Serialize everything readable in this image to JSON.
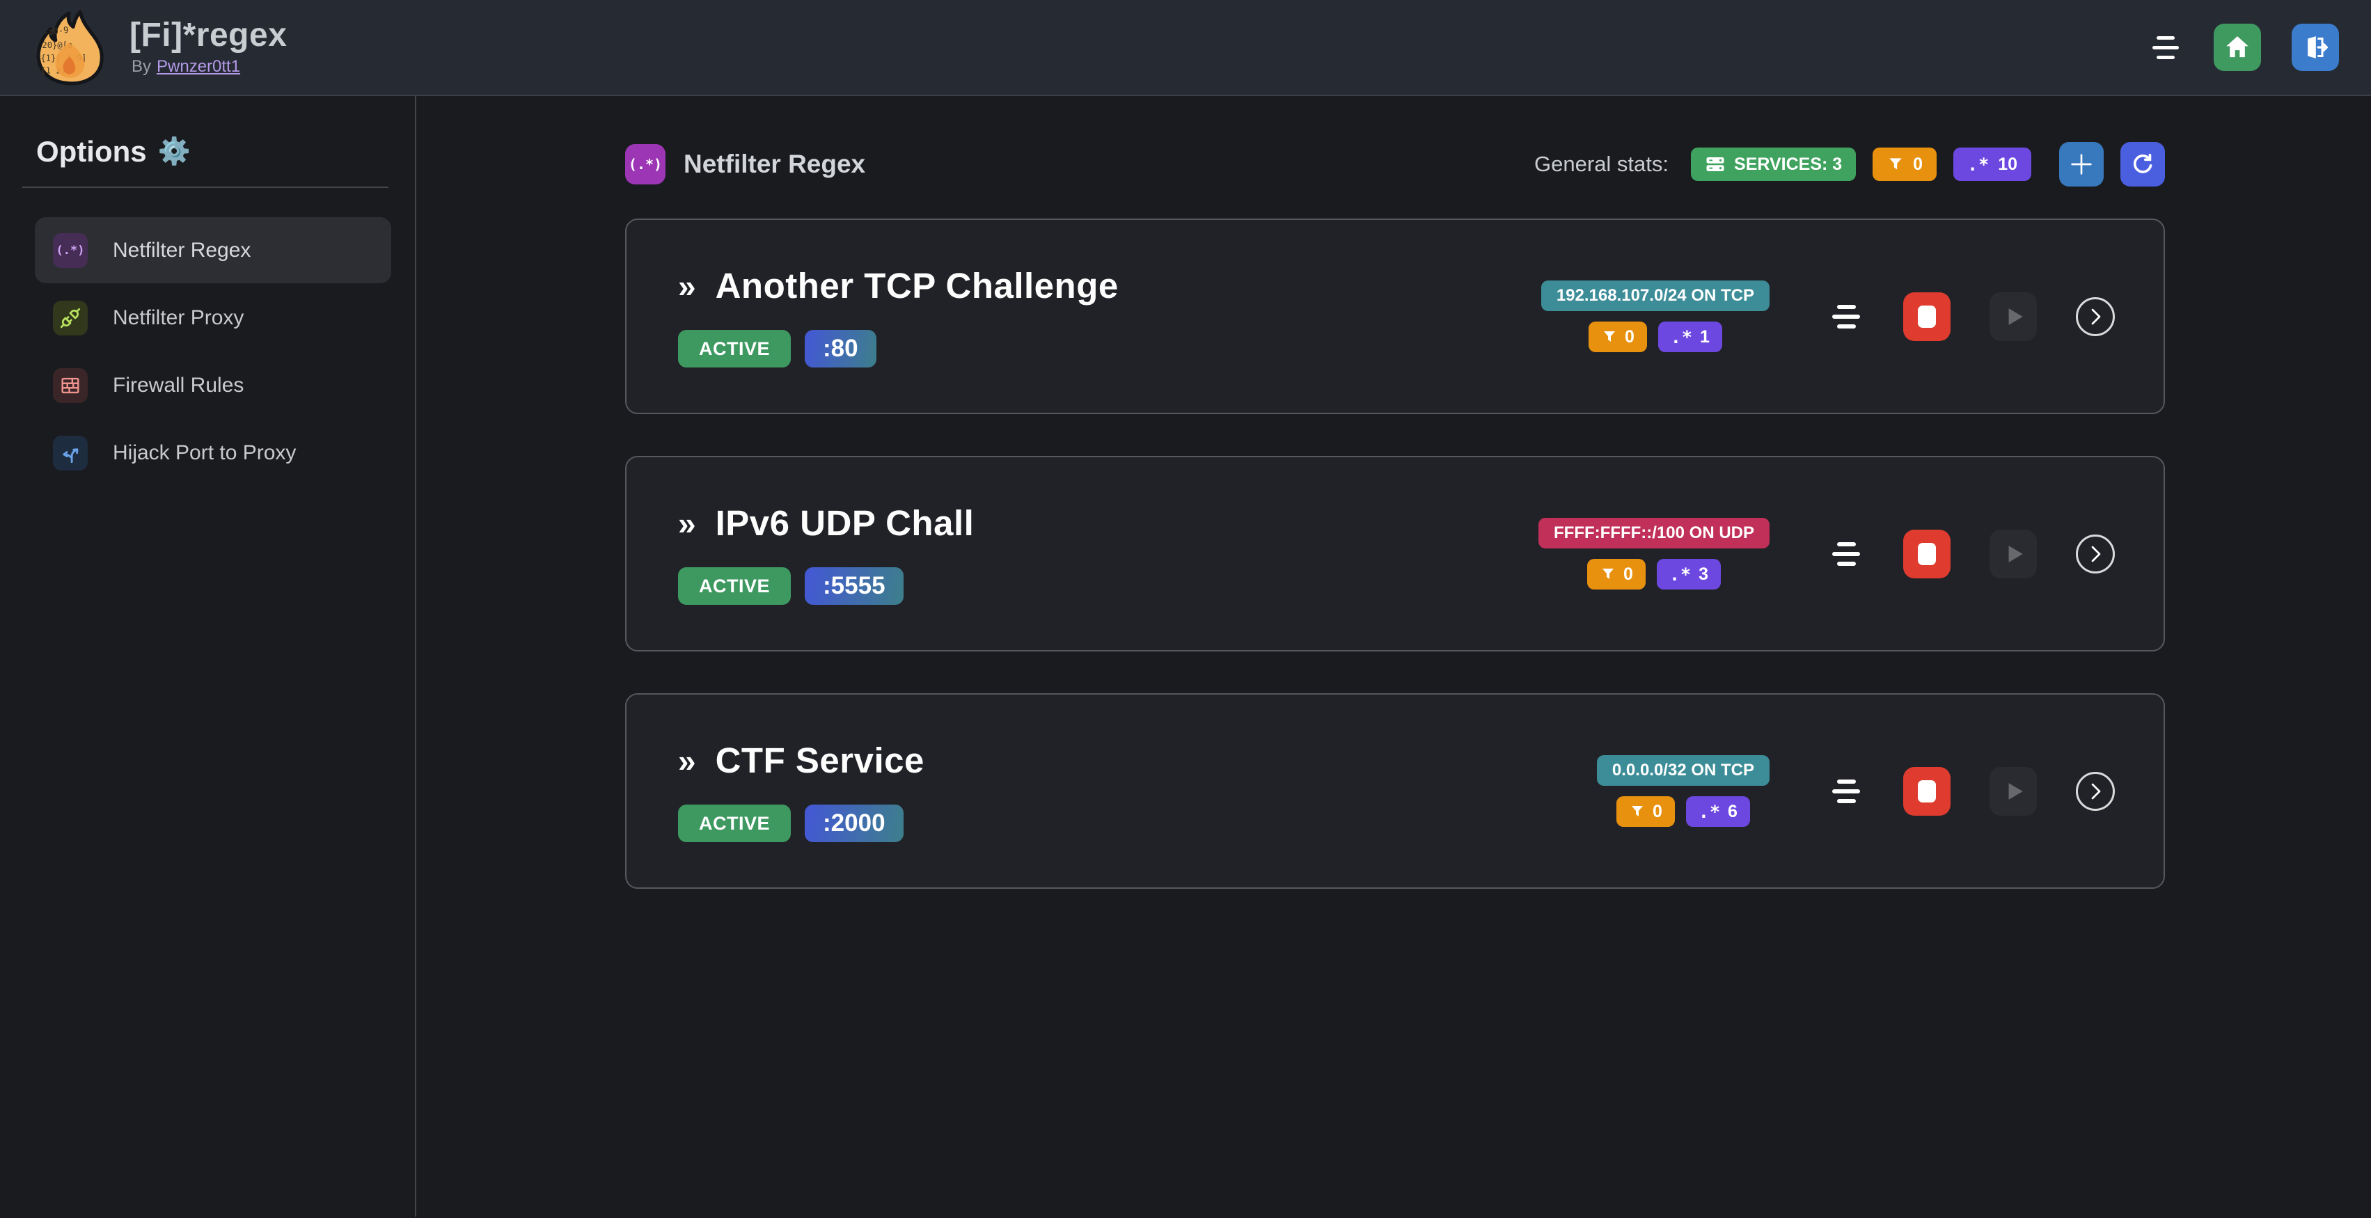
{
  "app": {
    "title": "[Fi]*regex",
    "byline_prefix": "By",
    "author": "Pwnzer0tt1"
  },
  "sidebar": {
    "heading": "Options",
    "gear": "⚙️",
    "items": [
      {
        "label": "Netfilter Regex",
        "glyph": "(.*)"
      },
      {
        "label": "Netfilter Proxy"
      },
      {
        "label": "Firewall Rules"
      },
      {
        "label": "Hijack Port to Proxy"
      }
    ]
  },
  "main": {
    "section": {
      "glyph": "(.*)",
      "title": "Netfilter Regex"
    },
    "stats": {
      "label": "General stats:",
      "services": "SERVICES: 3",
      "filters": "0",
      "regexes": "10",
      "regex_glyph": ".*"
    },
    "cards": {
      "chevron_glyph": "»",
      "regex_glyph": ".*"
    },
    "services": [
      {
        "title": "Another TCP Challenge",
        "status": "ACTIVE",
        "port": ":80",
        "address": "192.168.107.0/24 ON TCP",
        "address_variant": "teal",
        "filters": "0",
        "regexes": "1"
      },
      {
        "title": "IPv6 UDP Chall",
        "status": "ACTIVE",
        "port": ":5555",
        "address": "FFFF:FFFF::/100 ON UDP",
        "address_variant": "pink",
        "filters": "0",
        "regexes": "3"
      },
      {
        "title": "CTF Service",
        "status": "ACTIVE",
        "port": ":2000",
        "address": "0.0.0.0/32 ON TCP",
        "address_variant": "teal",
        "filters": "0",
        "regexes": "6"
      }
    ]
  },
  "colors": {
    "header_bg": "#252a33",
    "page_bg": "#1a1b1e",
    "card_bg": "#212227",
    "status_green": "#3e9960",
    "stat_green": "#3fa35f",
    "filter_orange": "#e8910f",
    "regex_violet": "#6d48e0",
    "address_teal": "#3c8d98",
    "address_pink": "#c13059",
    "add_blue": "#3878bd",
    "refresh_indigo": "#4a5ee0",
    "home_green": "#3f9a5f",
    "logout_blue": "#3b7ccc",
    "stop_red": "#df3b2f",
    "link_purple": "#b49ae8",
    "section_grape": "#9c36b5",
    "port_gradient_from": "#4457d6",
    "port_gradient_to": "#3d7f8b"
  }
}
